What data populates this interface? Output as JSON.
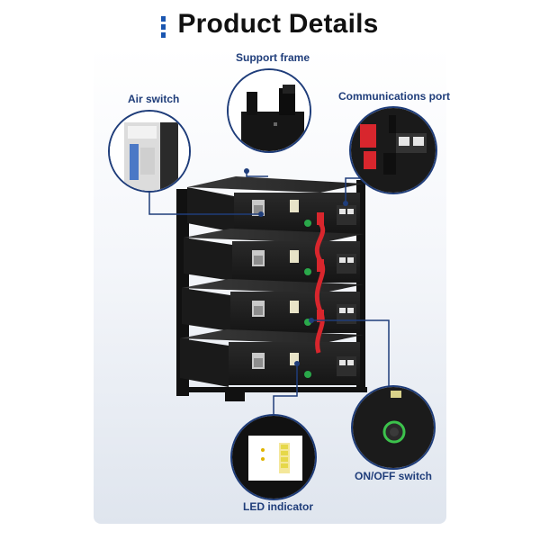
{
  "page": {
    "title": "Product Details",
    "accent_color": "#1f3d7a",
    "title_bar_color": "#1a56b0"
  },
  "callouts": {
    "support_frame": {
      "label": "Support frame",
      "icon": "frame-corner-icon"
    },
    "air_switch": {
      "label": "Air switch",
      "icon": "breaker-icon"
    },
    "communications_port": {
      "label": "Communications port",
      "icon": "ethernet-port-icon"
    },
    "on_off_switch": {
      "label": "ON/OFF switch",
      "icon": "power-button-icon"
    },
    "led_indicator": {
      "label": "LED indicator",
      "icon": "led-bar-icon"
    }
  },
  "battery": {
    "modules": 4,
    "body_color": "#1c1c1c",
    "cable_color": "#d8262d"
  }
}
